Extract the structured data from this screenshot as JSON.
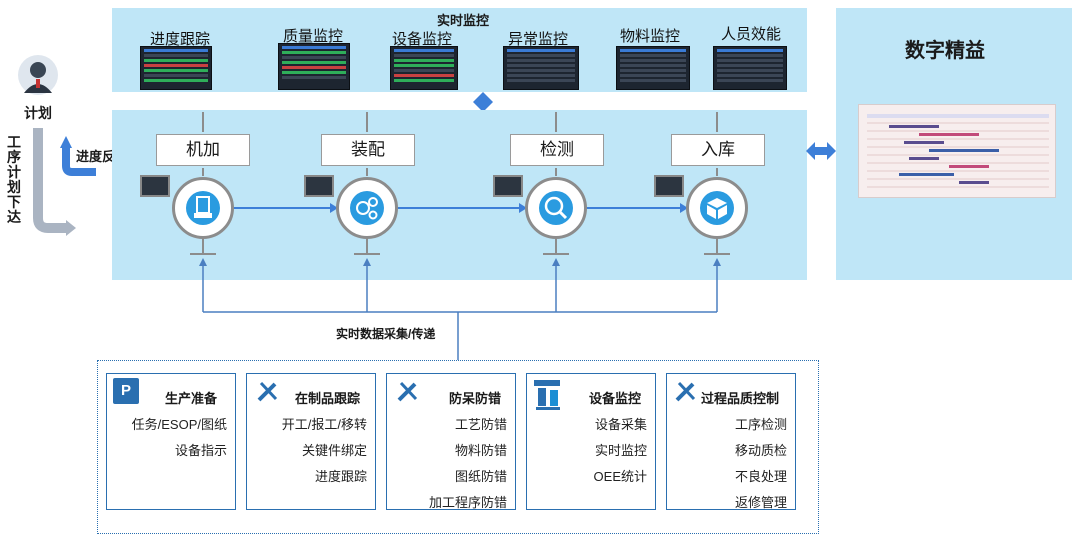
{
  "plan": {
    "label": "计划"
  },
  "side_label": {
    "chars": [
      "工",
      "序",
      "计",
      "划",
      "下",
      "达"
    ]
  },
  "feedback": {
    "label": "进度反馈"
  },
  "monitoring": {
    "title": "实时监控",
    "items": [
      {
        "label": "进度跟踪"
      },
      {
        "label": "质量监控"
      },
      {
        "label": "设备监控"
      },
      {
        "label": "异常监控"
      },
      {
        "label": "物料监控"
      },
      {
        "label": "人员效能"
      }
    ]
  },
  "stages": [
    {
      "label": "机加"
    },
    {
      "label": "装配"
    },
    {
      "label": "检测"
    },
    {
      "label": "入库"
    }
  ],
  "digital": {
    "title": "数字精益"
  },
  "data_collection": {
    "label": "实时数据采集/传递"
  },
  "modules": [
    {
      "title": "生产准备",
      "items": [
        "任务/ESOP/图纸",
        "设备指示"
      ]
    },
    {
      "title": "在制品跟踪",
      "items": [
        "开工/报工/移转",
        "关键件绑定",
        "进度跟踪"
      ]
    },
    {
      "title": "防呆防错",
      "items": [
        "工艺防错",
        "物料防错",
        "图纸防错",
        "加工程序防错"
      ]
    },
    {
      "title": "设备监控",
      "items": [
        "设备采集",
        "实时监控",
        "OEE统计"
      ]
    },
    {
      "title": "过程品质控制",
      "items": [
        "工序检测",
        "移动质检",
        "不良处理",
        "返修管理"
      ]
    }
  ],
  "colors": {
    "panel": "#bfe6f7",
    "accent": "#2a6fb0",
    "icon": "#2a9be0",
    "arrow_blue": "#3d7fd8"
  }
}
